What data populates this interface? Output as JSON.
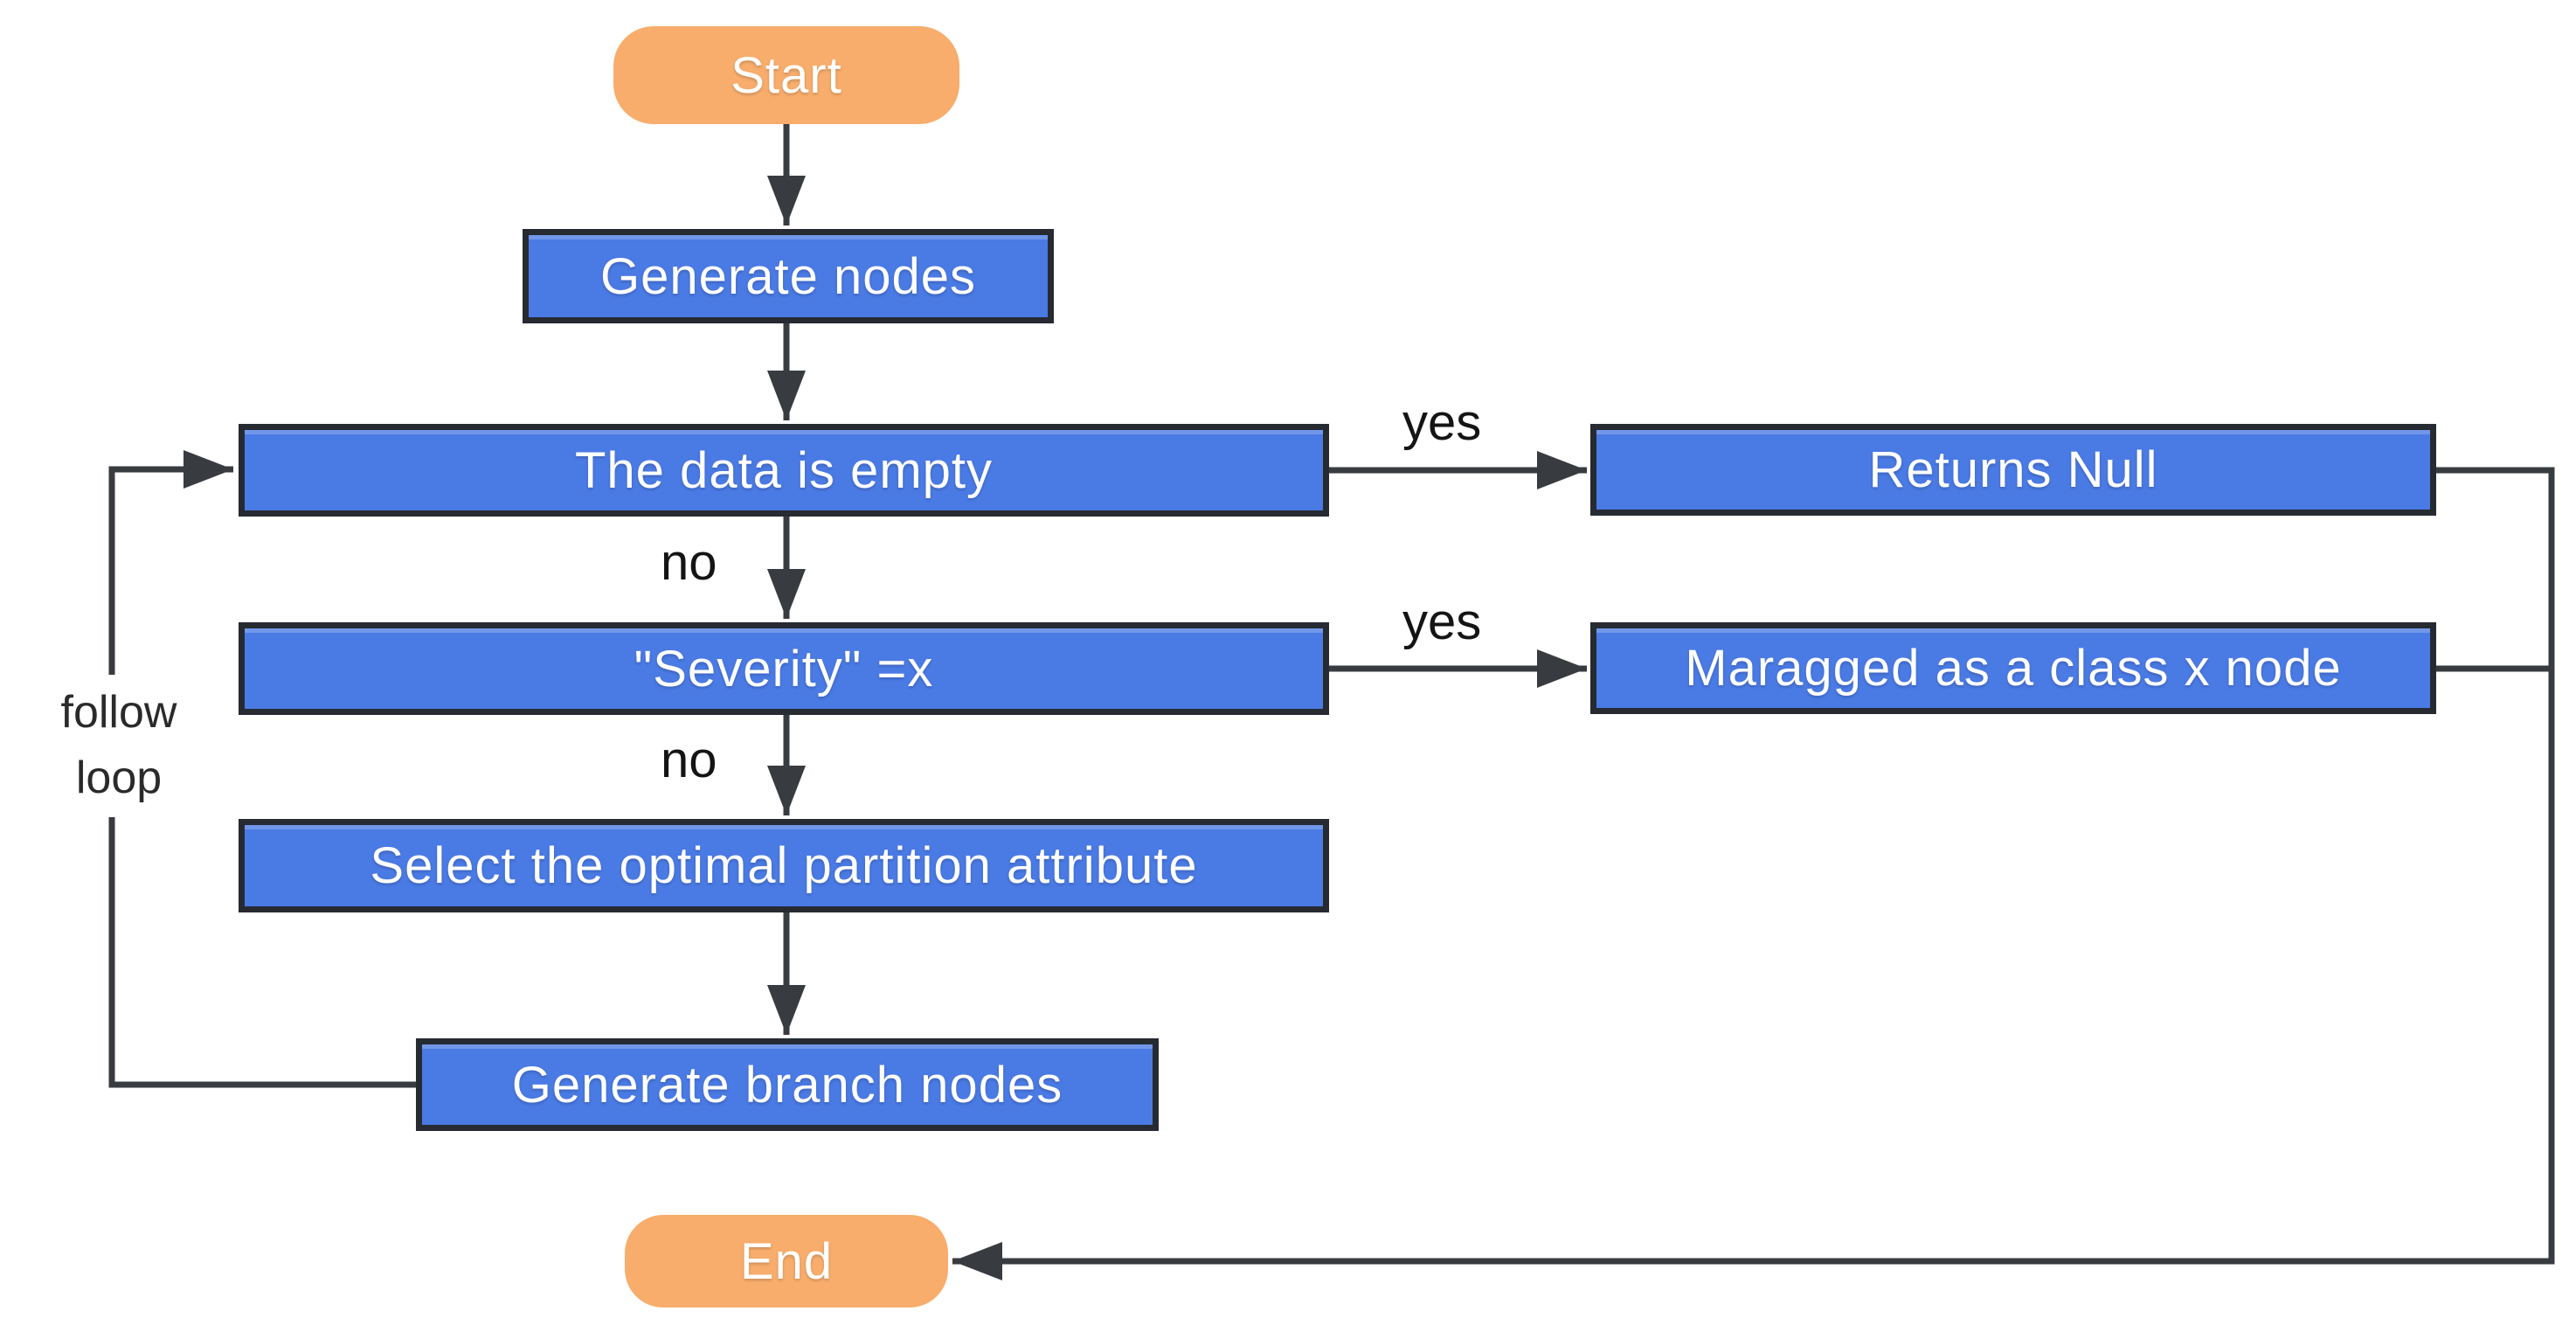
{
  "nodes": {
    "start": {
      "label": "Start",
      "type": "terminal"
    },
    "generate_nodes": {
      "label": "Generate nodes",
      "type": "process"
    },
    "data_empty": {
      "label": "The data is empty",
      "type": "decision"
    },
    "returns_null": {
      "label": "Returns Null",
      "type": "process"
    },
    "severity": {
      "label": "\"Severity\" =x",
      "type": "decision"
    },
    "maragged": {
      "label": "Maragged as a class x node",
      "type": "process"
    },
    "select_optimal": {
      "label": "Select the optimal partition attribute",
      "type": "process"
    },
    "generate_branch": {
      "label": "Generate branch nodes",
      "type": "process"
    },
    "end": {
      "label": "End",
      "type": "terminal"
    }
  },
  "edge_labels": {
    "data_empty_yes": "yes",
    "data_empty_no": "no",
    "severity_yes": "yes",
    "severity_no": "no",
    "loop_line1": "follow",
    "loop_line2": "loop"
  },
  "colors": {
    "process_fill": "#4a7ae4",
    "process_border": "#262a31",
    "terminal_fill": "#f8ad6c",
    "arrow": "#383b40",
    "node_text": "#ffffff",
    "label_text": "#141414",
    "background": "#ffffff"
  }
}
